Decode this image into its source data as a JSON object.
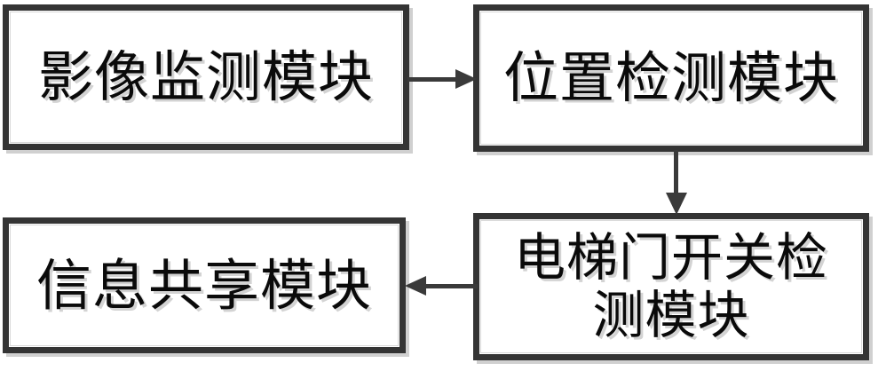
{
  "diagram": {
    "type": "block-flowchart",
    "background_color": "#ffffff",
    "box_border_color": "#343434",
    "box_fill_color": "#ffffff",
    "arrow_color": "#3a3a3a",
    "text_color": "#0a0a0a",
    "nodes": [
      {
        "id": "image-monitoring",
        "label": "影像监测模块",
        "position": "top-left"
      },
      {
        "id": "position-detection",
        "label": "位置检测模块",
        "position": "top-right"
      },
      {
        "id": "door-switch-detection",
        "label": "电梯门开关检\n测模块",
        "position": "bottom-right"
      },
      {
        "id": "info-sharing",
        "label": "信息共享模块",
        "position": "bottom-left"
      }
    ],
    "edges": [
      {
        "id": "image-to-position",
        "from": "image-monitoring",
        "to": "position-detection",
        "direction": "right",
        "label": ""
      },
      {
        "id": "position-to-door",
        "from": "position-detection",
        "to": "door-switch-detection",
        "direction": "down",
        "label": ""
      },
      {
        "id": "door-to-info",
        "from": "door-switch-detection",
        "to": "info-sharing",
        "direction": "left",
        "label": ""
      }
    ]
  }
}
